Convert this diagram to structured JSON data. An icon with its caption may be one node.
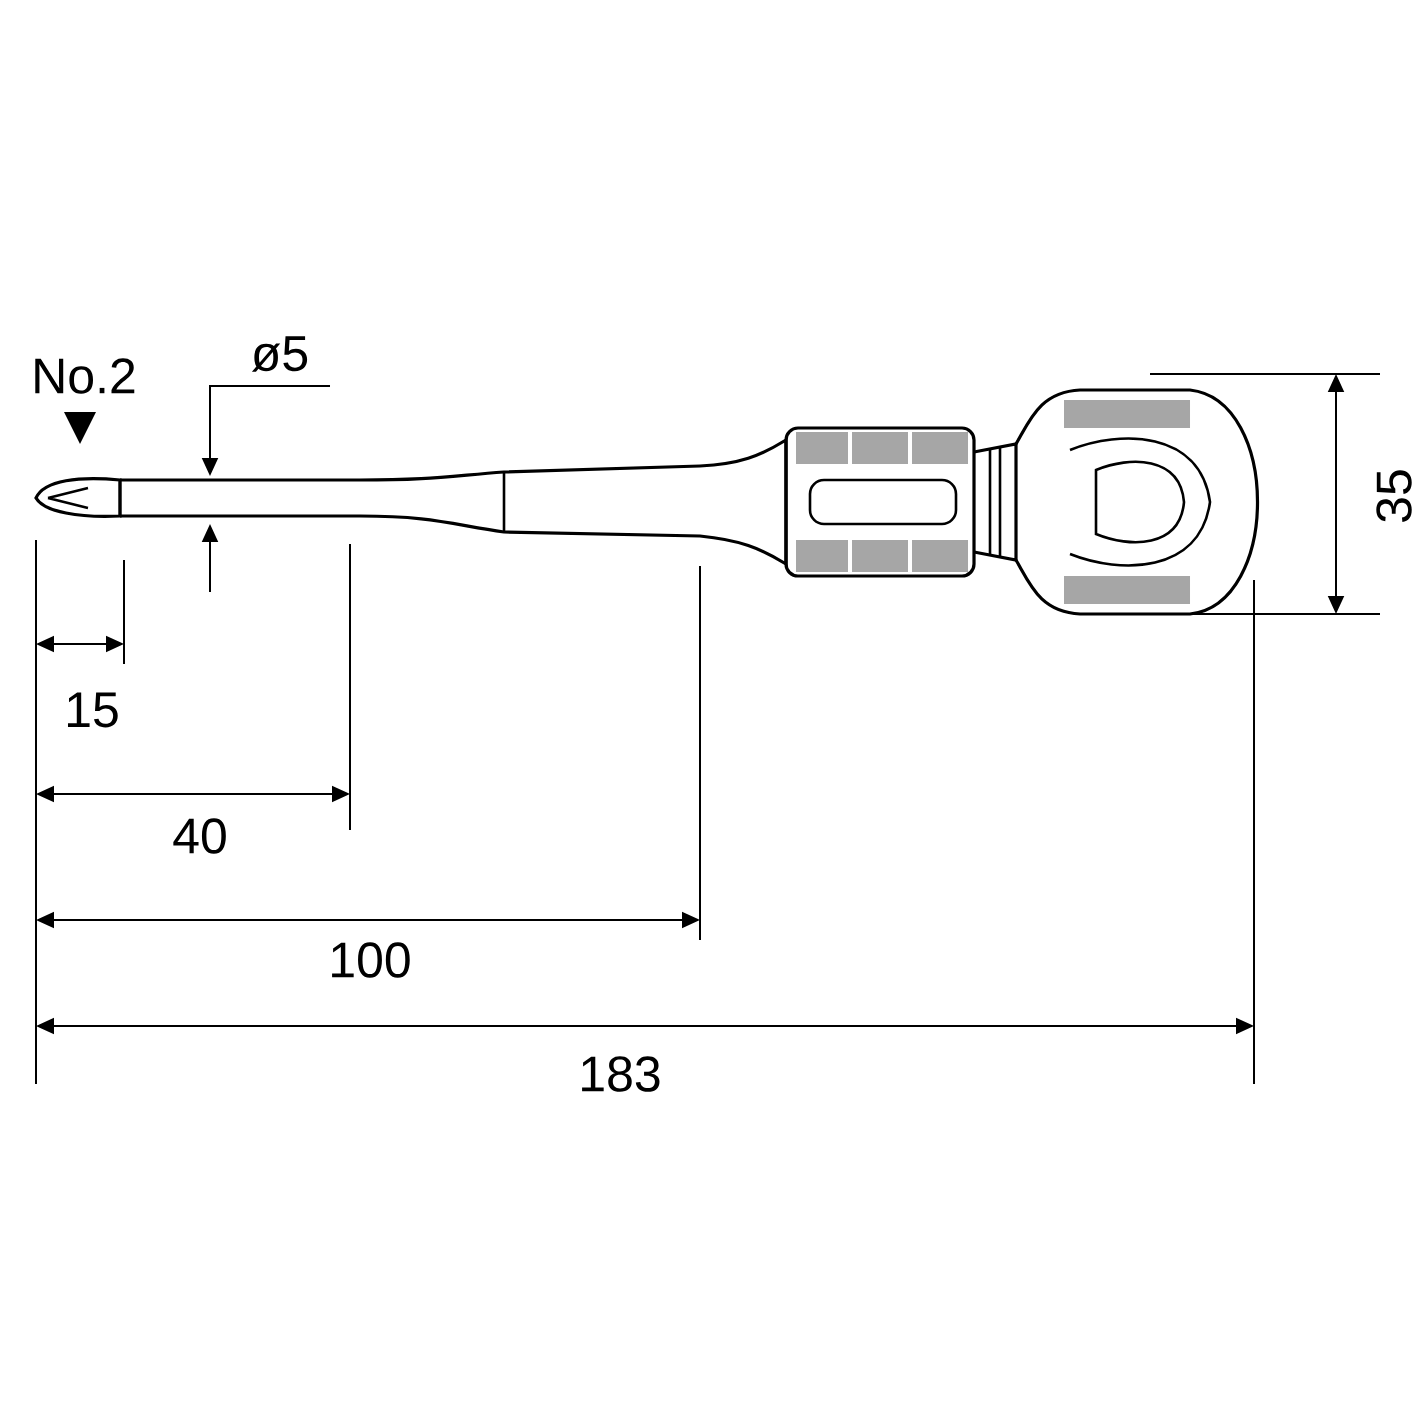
{
  "diagram": {
    "labels": [
      "No.2",
      "ø5",
      "15",
      "40",
      "100",
      "183",
      "35"
    ]
  }
}
